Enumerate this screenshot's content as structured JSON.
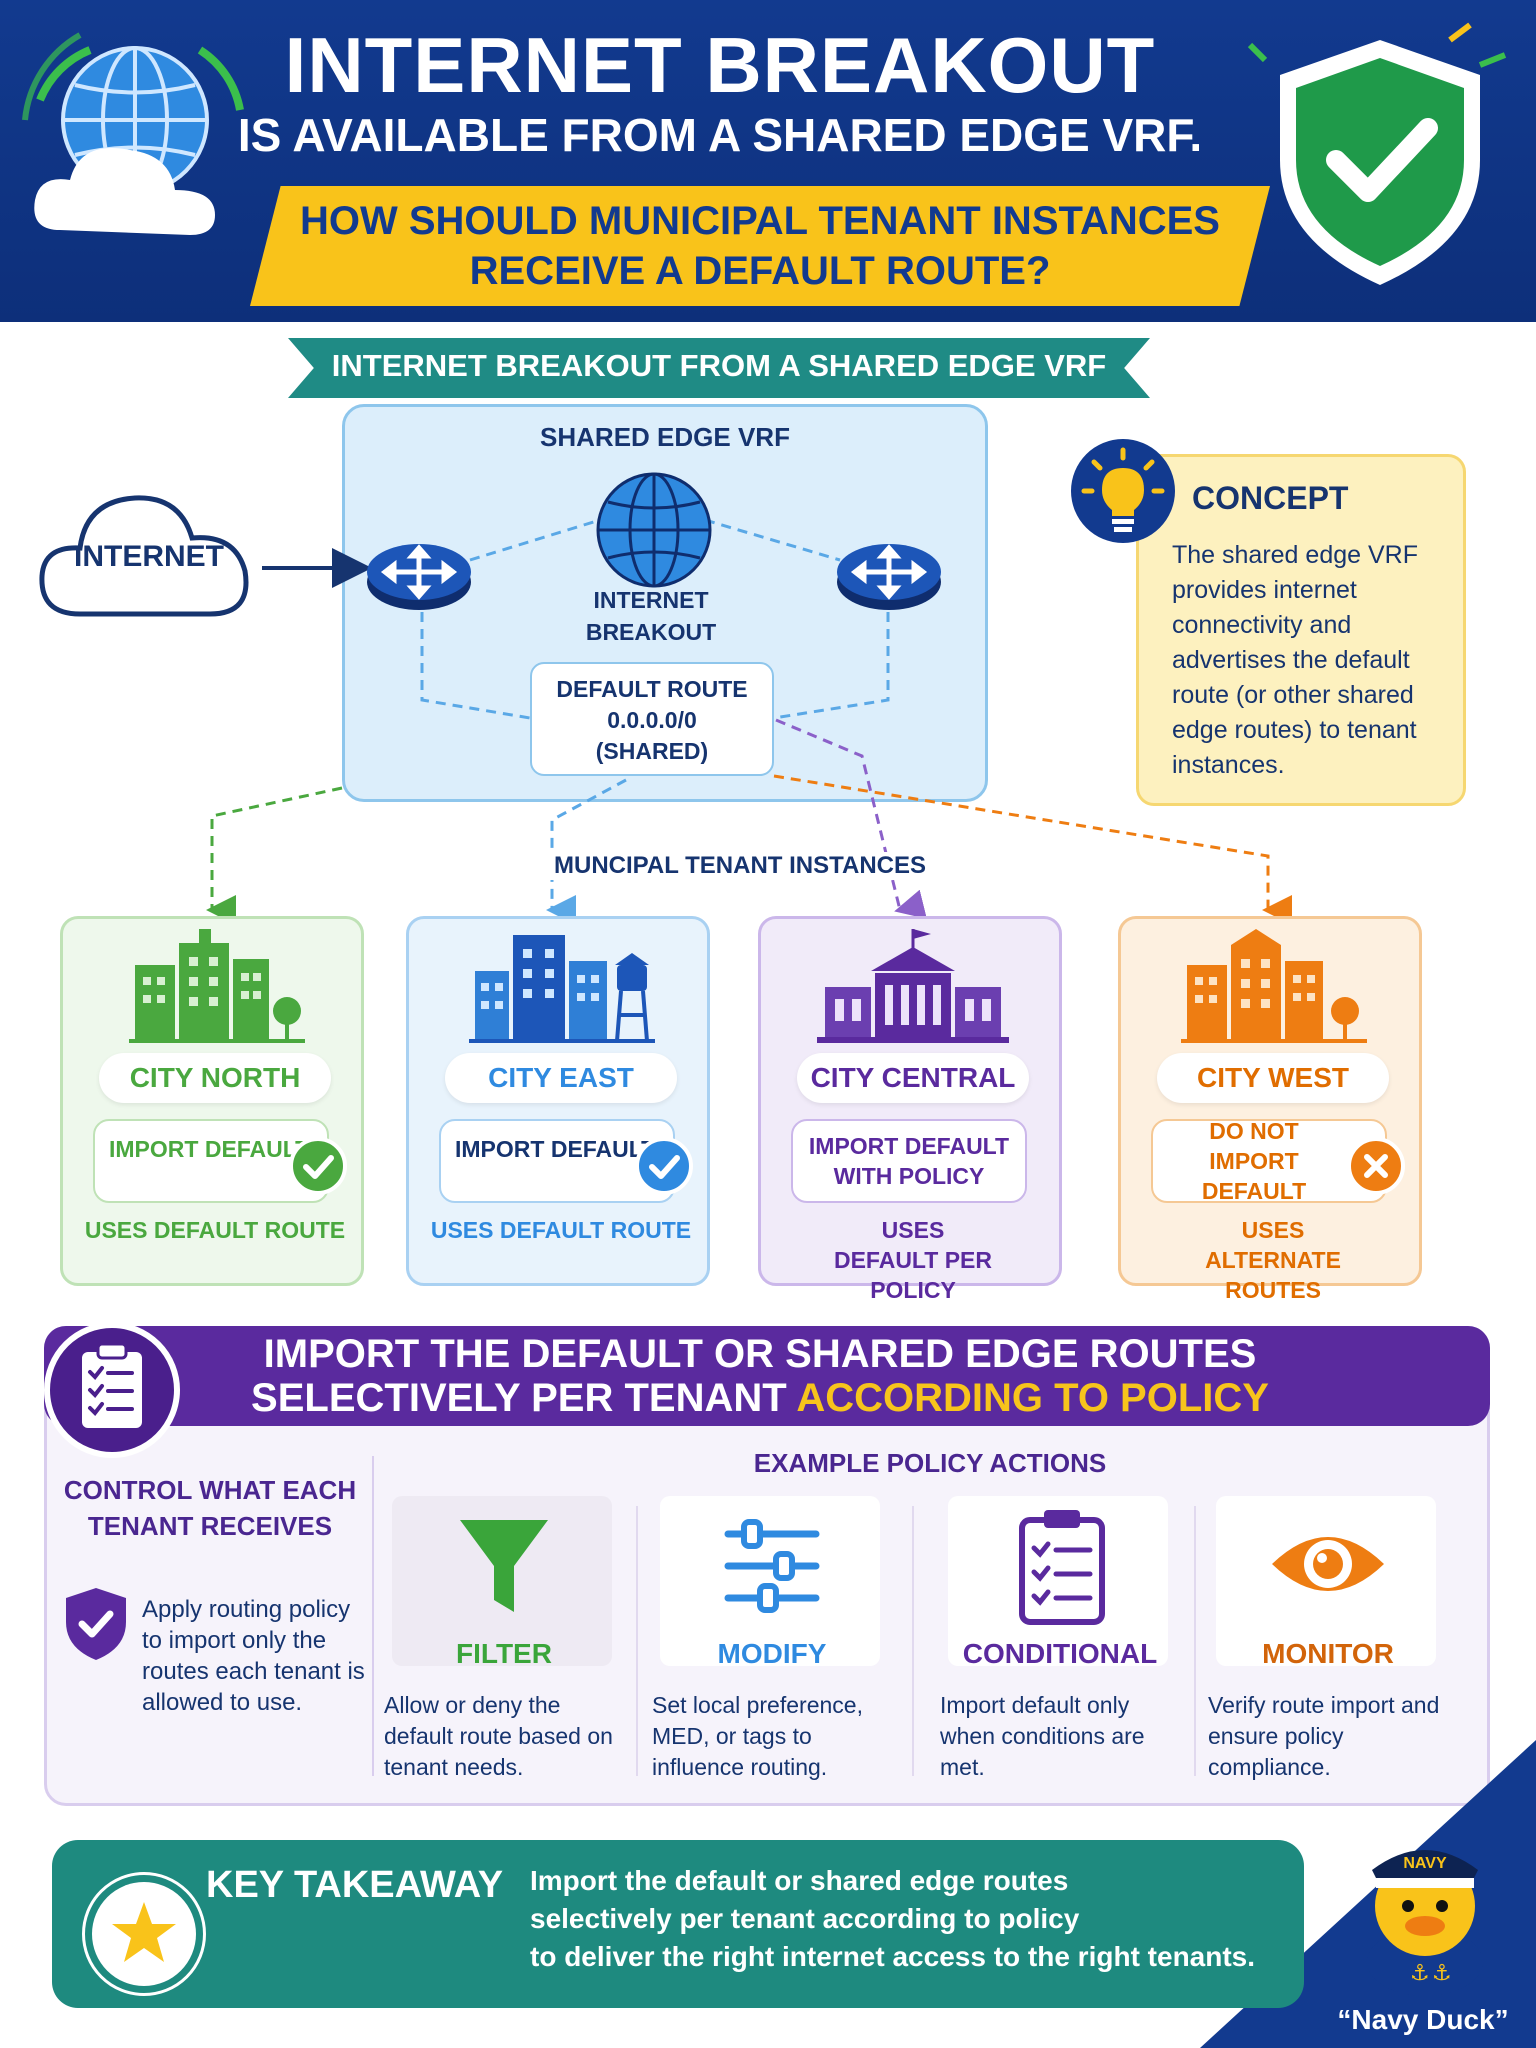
{
  "header": {
    "title": "INTERNET BREAKOUT",
    "subtitle": "IS AVAILABLE FROM A SHARED EDGE VRF.",
    "question_line1": "HOW SHOULD MUNICIPAL TENANT INSTANCES",
    "question_line2": "RECEIVE A DEFAULT ROUTE?"
  },
  "section_title": "INTERNET BREAKOUT FROM A SHARED EDGE VRF",
  "diagram": {
    "internet_label": "INTERNET",
    "vrf_title": "SHARED EDGE VRF",
    "breakout_line1": "INTERNET",
    "breakout_line2": "BREAKOUT",
    "default_route_line1": "DEFAULT ROUTE",
    "default_route_line2": "0.0.0.0/0",
    "default_route_line3": "(SHARED)",
    "tenant_heading": "MUNCIPAL TENANT INSTANCES"
  },
  "concept": {
    "title": "CONCEPT",
    "text": "The shared edge VRF provides internet connectivity and advertises the default route (or other shared edge routes) to tenant instances."
  },
  "tenants": [
    {
      "name": "CITY NORTH",
      "action": "IMPORT DEFAULT",
      "status": "USES DEFAULT ROUTE",
      "badge": "check",
      "color": "#4aa83f"
    },
    {
      "name": "CITY EAST",
      "action": "IMPORT DEFAULT",
      "status": "USES DEFAULT ROUTE",
      "badge": "check",
      "color": "#2f8ae0"
    },
    {
      "name": "CITY CENTRAL",
      "action": "IMPORT DEFAULT WITH POLICY",
      "status": "USES DEFAULT PER POLICY",
      "badge": "none",
      "color": "#6b3fb0"
    },
    {
      "name": "CITY WEST",
      "action": "DO NOT IMPORT DEFAULT",
      "status": "USES ALTERNATE ROUTES",
      "badge": "cross",
      "color": "#ee7d12"
    }
  ],
  "policy": {
    "title_line1": "IMPORT THE DEFAULT OR SHARED EDGE ROUTES",
    "title_line2_plain": "SELECTIVELY PER TENANT",
    "title_line2_highlight": "ACCORDING TO POLICY",
    "control_title": "CONTROL WHAT EACH TENANT RECEIVES",
    "control_text": "Apply routing policy to import only the routes each tenant is allowed to use.",
    "examples_title": "EXAMPLE POLICY ACTIONS",
    "actions": [
      {
        "name": "FILTER",
        "text": "Allow or deny the default route based on tenant needs.",
        "icon": "funnel-icon",
        "color": "#3aa53a"
      },
      {
        "name": "MODIFY",
        "text": "Set local preference, MED, or tags to influence routing.",
        "icon": "sliders-icon",
        "color": "#2f8ae0"
      },
      {
        "name": "CONDITIONAL",
        "text": "Import default only when conditions are met.",
        "icon": "clipboard-checklist-icon",
        "color": "#5a2a9e"
      },
      {
        "name": "MONITOR",
        "text": "Verify route import and ensure policy compliance.",
        "icon": "eye-icon",
        "color": "#ee7d12"
      }
    ]
  },
  "takeaway": {
    "title": "KEY TAKEAWAY",
    "line1": "Import the default or shared edge routes",
    "line2": "selectively per tenant according to policy",
    "line3": "to deliver the right internet access to the right tenants."
  },
  "mascot": {
    "hat_text": "NAVY",
    "caption": "“Navy Duck”"
  }
}
